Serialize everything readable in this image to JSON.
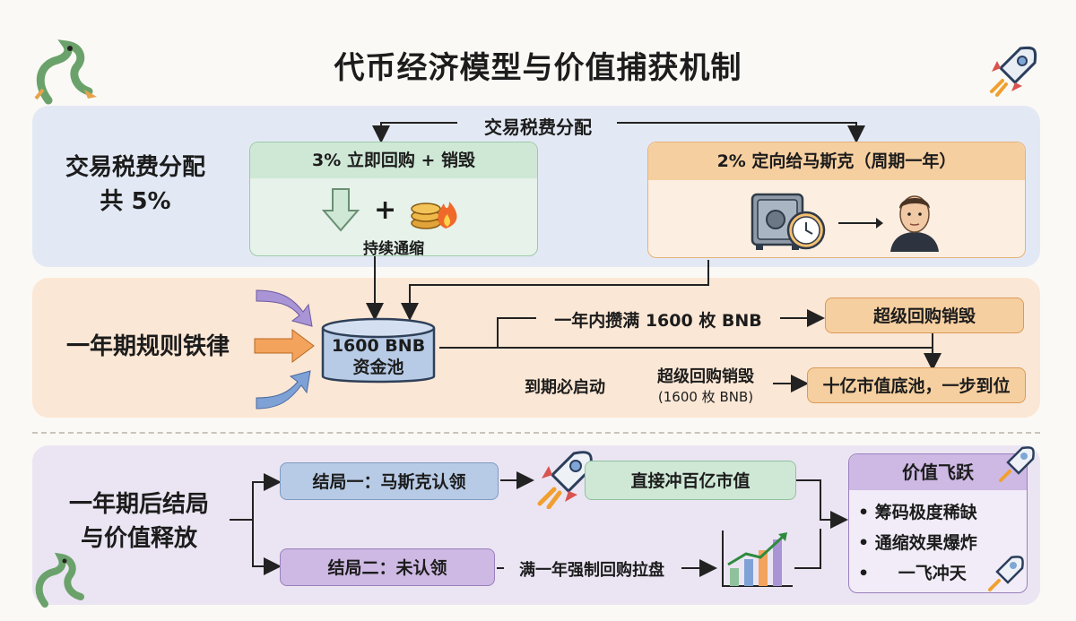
{
  "title": "代币经济模型与价值捕获机制",
  "section1": {
    "label_line1": "交易税费分配",
    "label_line2": "共 5%",
    "top_label": "交易税费分配",
    "left_box": {
      "header": "3% 立即回购 + 销毁",
      "plus": "+",
      "caption": "持续通缩"
    },
    "right_box": {
      "header": "2% 定向给马斯克（周期一年）"
    }
  },
  "section2": {
    "label": "一年期规则铁律",
    "pool_line1": "1600 BNB",
    "pool_line2": "资金池",
    "flow_top": "一年内攒满 1600 枚 BNB",
    "box_top": "超级回购销毁",
    "flow_mid": "到期必启动",
    "flow_mid2_line1": "超级回购销毁",
    "flow_mid2_line2": "(1600 枚 BNB)",
    "box_bottom": "十亿市值底池，一步到位"
  },
  "section3": {
    "label_line1": "一年期后结局",
    "label_line2": "与价值释放",
    "outcome1": "结局一：马斯克认领",
    "outcome1_result": "直接冲百亿市值",
    "outcome2": "结局二：未认领",
    "outcome2_flow": "满一年强制回购拉盘",
    "value_box": {
      "header": "价值飞跃",
      "items": [
        "筹码极度稀缺",
        "通缩效果爆炸",
        "一飞冲天"
      ]
    }
  },
  "colors": {
    "green_header": "#cfe8d6",
    "orange_header": "#f6cfa0",
    "blue_pill": "#b8cbe6",
    "purple_pill": "#cdb9e3",
    "pool": "#b7cbe6"
  }
}
